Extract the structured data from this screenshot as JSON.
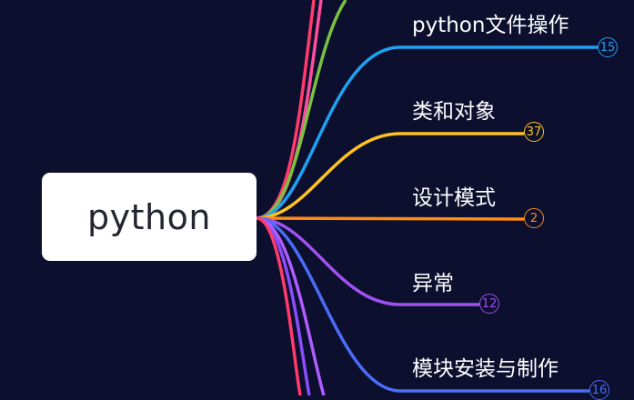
{
  "root": {
    "label": "python"
  },
  "branches": [
    {
      "label": "python文件操作",
      "count": "15",
      "color": "#1ea1f2"
    },
    {
      "label": "类和对象",
      "count": "37",
      "color": "#ffc31f"
    },
    {
      "label": "设计模式",
      "count": "2",
      "color": "#ff8a14"
    },
    {
      "label": "异常",
      "count": "12",
      "color": "#a050f0"
    },
    {
      "label": "模块安装与制作",
      "count": "16",
      "color": "#4a6cf7"
    }
  ],
  "offscreen_branch_colors": [
    "#ff3b6b",
    "#ff4d9d",
    "#7ac142",
    "#8a4dff",
    "#b05cff",
    "#ff3b6b"
  ]
}
